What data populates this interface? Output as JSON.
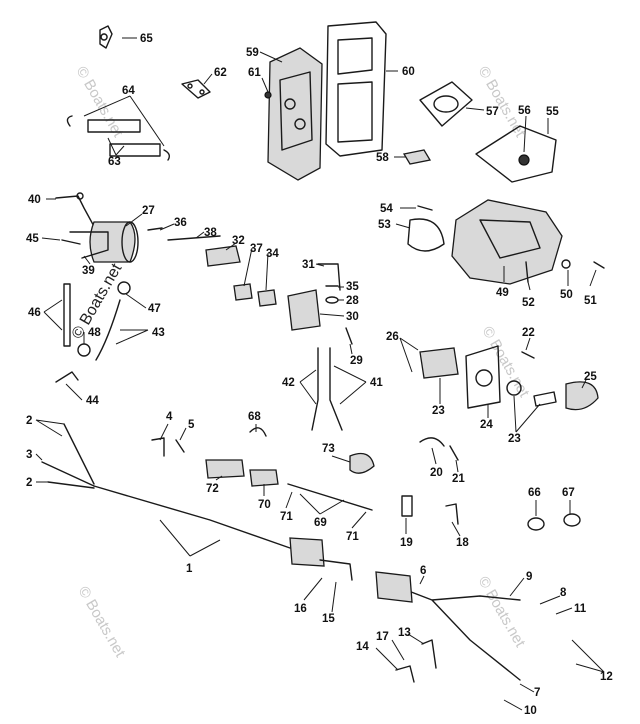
{
  "diagram": {
    "callouts": [
      {
        "id": "c65",
        "label": "65"
      },
      {
        "id": "c62",
        "label": "62"
      },
      {
        "id": "c64",
        "label": "64"
      },
      {
        "id": "c63",
        "label": "63"
      },
      {
        "id": "c59",
        "label": "59"
      },
      {
        "id": "c61",
        "label": "61"
      },
      {
        "id": "c60",
        "label": "60"
      },
      {
        "id": "c57",
        "label": "57"
      },
      {
        "id": "c56",
        "label": "56"
      },
      {
        "id": "c55",
        "label": "55"
      },
      {
        "id": "c58",
        "label": "58"
      },
      {
        "id": "c40",
        "label": "40"
      },
      {
        "id": "c27",
        "label": "27"
      },
      {
        "id": "c45",
        "label": "45"
      },
      {
        "id": "c39",
        "label": "39"
      },
      {
        "id": "c36",
        "label": "36"
      },
      {
        "id": "c38",
        "label": "38"
      },
      {
        "id": "c32",
        "label": "32"
      },
      {
        "id": "c37",
        "label": "37"
      },
      {
        "id": "c34",
        "label": "34"
      },
      {
        "id": "c31",
        "label": "31"
      },
      {
        "id": "c35",
        "label": "35"
      },
      {
        "id": "c28",
        "label": "28"
      },
      {
        "id": "c30",
        "label": "30"
      },
      {
        "id": "c29",
        "label": "29"
      },
      {
        "id": "c54",
        "label": "54"
      },
      {
        "id": "c53",
        "label": "53"
      },
      {
        "id": "c49",
        "label": "49"
      },
      {
        "id": "c52",
        "label": "52"
      },
      {
        "id": "c50",
        "label": "50"
      },
      {
        "id": "c51",
        "label": "51"
      },
      {
        "id": "c46",
        "label": "46"
      },
      {
        "id": "c47",
        "label": "47"
      },
      {
        "id": "c48",
        "label": "48"
      },
      {
        "id": "c43",
        "label": "43"
      },
      {
        "id": "c44",
        "label": "44"
      },
      {
        "id": "c42",
        "label": "42"
      },
      {
        "id": "c41",
        "label": "41"
      },
      {
        "id": "c26",
        "label": "26"
      },
      {
        "id": "c22",
        "label": "22"
      },
      {
        "id": "c25",
        "label": "25"
      },
      {
        "id": "c23a",
        "label": "23"
      },
      {
        "id": "c24",
        "label": "24"
      },
      {
        "id": "c23b",
        "label": "23"
      },
      {
        "id": "c2a",
        "label": "2"
      },
      {
        "id": "c3",
        "label": "3"
      },
      {
        "id": "c2b",
        "label": "2"
      },
      {
        "id": "c4",
        "label": "4"
      },
      {
        "id": "c5",
        "label": "5"
      },
      {
        "id": "c68",
        "label": "68"
      },
      {
        "id": "c73",
        "label": "73"
      },
      {
        "id": "c72",
        "label": "72"
      },
      {
        "id": "c70",
        "label": "70"
      },
      {
        "id": "c71a",
        "label": "71"
      },
      {
        "id": "c69",
        "label": "69"
      },
      {
        "id": "c71b",
        "label": "71"
      },
      {
        "id": "c20",
        "label": "20"
      },
      {
        "id": "c21",
        "label": "21"
      },
      {
        "id": "c66",
        "label": "66"
      },
      {
        "id": "c67",
        "label": "67"
      },
      {
        "id": "c19",
        "label": "19"
      },
      {
        "id": "c18",
        "label": "18"
      },
      {
        "id": "c1",
        "label": "1"
      },
      {
        "id": "c6",
        "label": "6"
      },
      {
        "id": "c9",
        "label": "9"
      },
      {
        "id": "c8",
        "label": "8"
      },
      {
        "id": "c11",
        "label": "11"
      },
      {
        "id": "c16",
        "label": "16"
      },
      {
        "id": "c15",
        "label": "15"
      },
      {
        "id": "c14",
        "label": "14"
      },
      {
        "id": "c17",
        "label": "17"
      },
      {
        "id": "c13",
        "label": "13"
      },
      {
        "id": "c12",
        "label": "12"
      },
      {
        "id": "c7",
        "label": "7"
      },
      {
        "id": "c10",
        "label": "10"
      }
    ],
    "watermarks": [
      "© Boats.net",
      "© Boats.net",
      "© Boats.net",
      "© Boats.net",
      "© Boats.net",
      "© Boats.net"
    ]
  }
}
